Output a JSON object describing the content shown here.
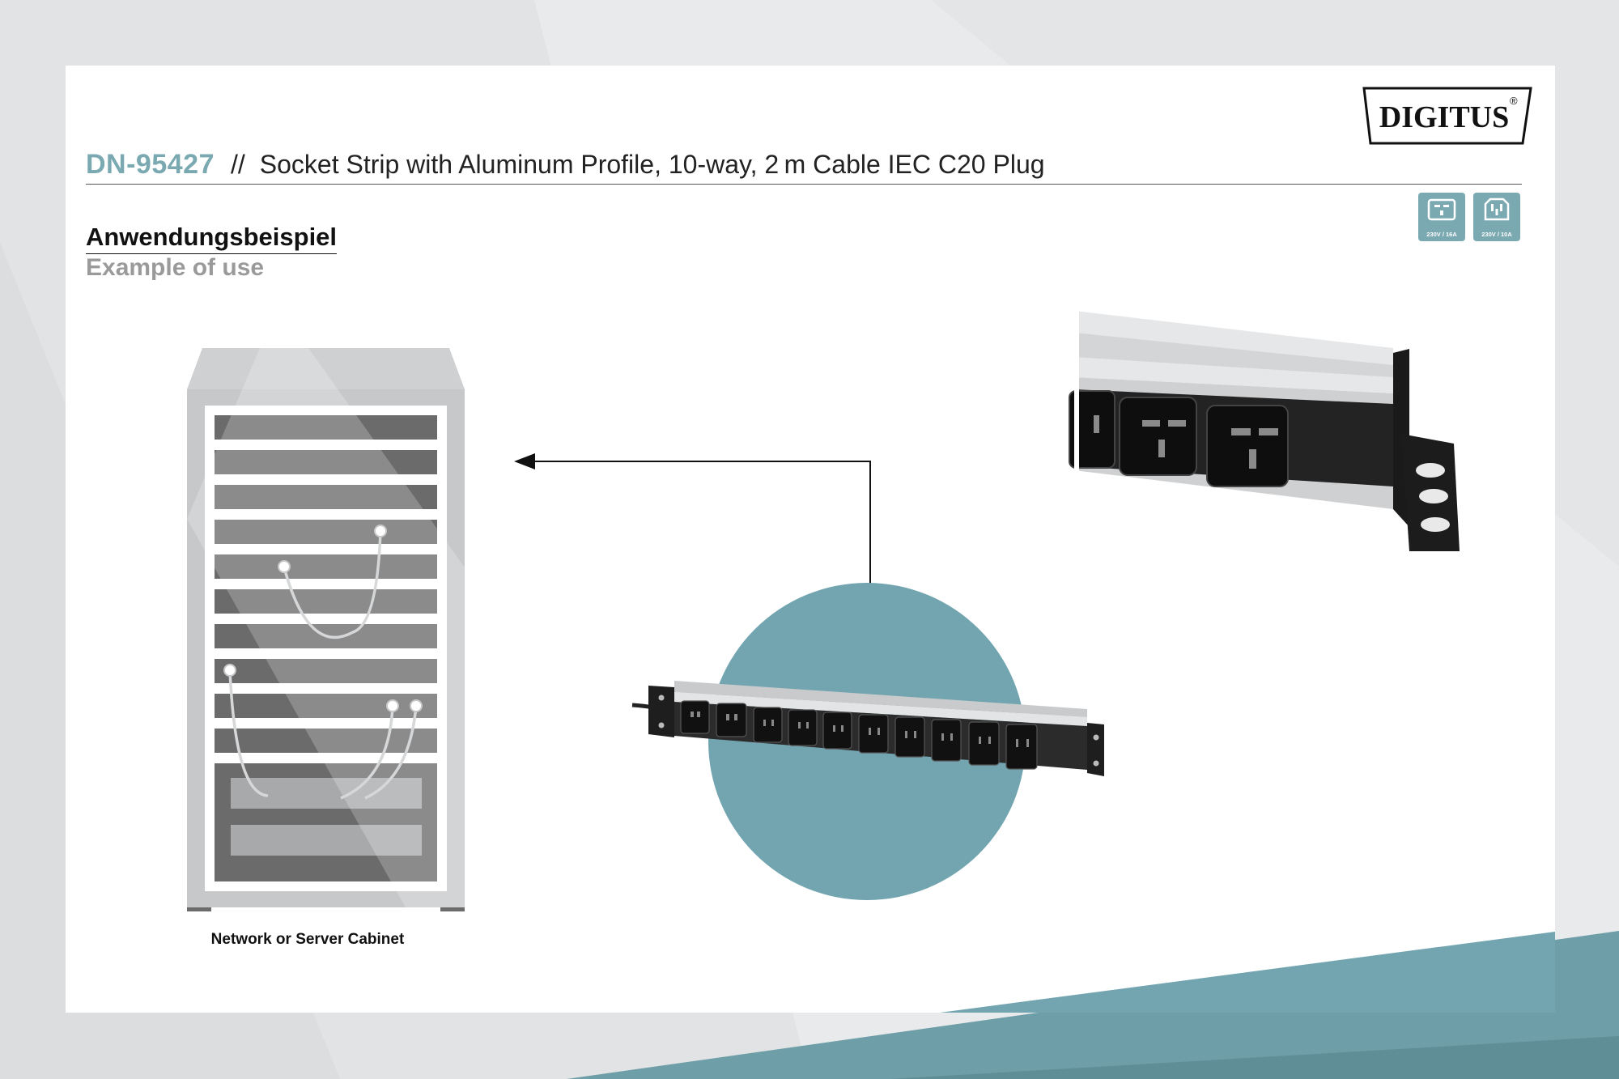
{
  "header": {
    "product_code": "DN-95427",
    "separator": "//",
    "product_title": "Socket Strip with Aluminum Profile, 10-way, 2 m Cable IEC C20 Plug"
  },
  "brand": {
    "logo_text": "DIGITUS"
  },
  "section": {
    "title_de": "Anwendungsbeispiel",
    "title_en": "Example of use"
  },
  "badges": [
    {
      "label": "230V / 16A",
      "icon": "iec-c19-socket-icon"
    },
    {
      "label": "230V / 10A",
      "icon": "iec-c13-socket-icon"
    }
  ],
  "illustration": {
    "caption": "Network or Server Cabinet"
  },
  "colors": {
    "accent": "#7aa9b2",
    "circle": "#72a5b0",
    "cabinet_frame": "#c8c9cb",
    "cabinet_dark": "#6b6b6c"
  }
}
